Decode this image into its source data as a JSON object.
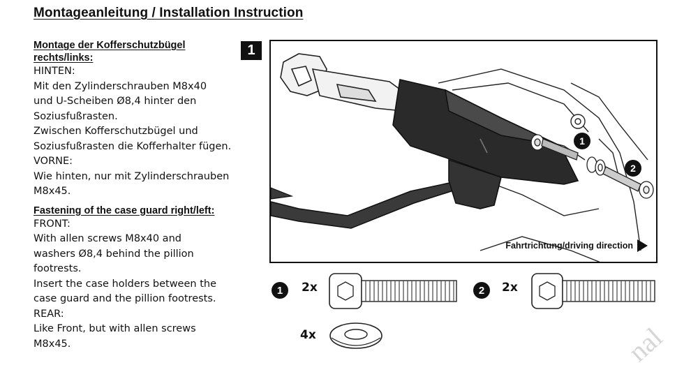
{
  "title": "Montageanleitung / Installation Instruction",
  "de": {
    "heading_lines": [
      "Montage der Kofferschutzbügel",
      "rechts/links:"
    ],
    "body_lines": [
      "HINTEN:",
      "Mit den Zylinderschrauben M8x40",
      "und U-Scheiben Ø8,4 hinter den",
      "Soziusfußrasten.",
      "Zwischen Kofferschutzbügel und",
      "Soziusfußrasten die Kofferhalter fügen.",
      "VORNE:",
      "Wie hinten, nur mit Zylinderschrauben",
      "M8x45."
    ]
  },
  "en": {
    "heading": "Fastening of the case guard right/left:",
    "body_lines": [
      "FRONT:",
      "With allen screws M8x40 and",
      "washers Ø8,4 behind the pillion",
      "footrests.",
      "Insert the case holders between the",
      "case guard and the pillion footrests.",
      "REAR:",
      "Like Front, but with allen screws",
      "M8x45."
    ]
  },
  "step": "1",
  "illustration": {
    "direction_label": "Fahrtrichtung/driving direction",
    "callouts": [
      "1",
      "2"
    ]
  },
  "parts": [
    {
      "number": "1",
      "qty": "2x",
      "icon": "allen-screw-icon"
    },
    {
      "number": "2",
      "qty": "2x",
      "icon": "allen-screw-icon"
    },
    {
      "number": "",
      "qty": "4x",
      "icon": "washer-icon"
    }
  ],
  "watermark": "nal"
}
